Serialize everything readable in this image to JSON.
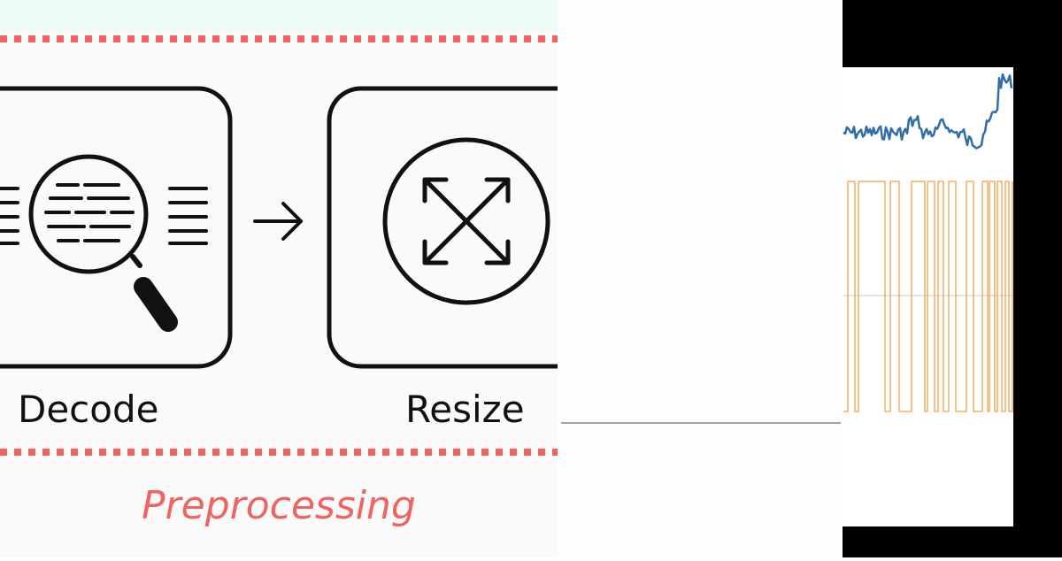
{
  "diagram": {
    "steps": [
      {
        "label": "Decode",
        "icon": "magnifier-document-icon"
      },
      {
        "label": "Resize",
        "icon": "expand-arrows-icon"
      }
    ],
    "arrow_icon": "right-arrow-icon",
    "group_label": "Preprocessing",
    "colors": {
      "accent": "#ef6461",
      "banner_tint": "#eefbf8",
      "outline": "#111111",
      "panel_bg": "#fbfafb"
    }
  },
  "plot_panel": {
    "series": [
      {
        "color": "#2f6ea8",
        "style": "noisy-line"
      },
      {
        "color": "#f0a24a",
        "style": "square-wave"
      }
    ],
    "frame_color": "#000000"
  }
}
